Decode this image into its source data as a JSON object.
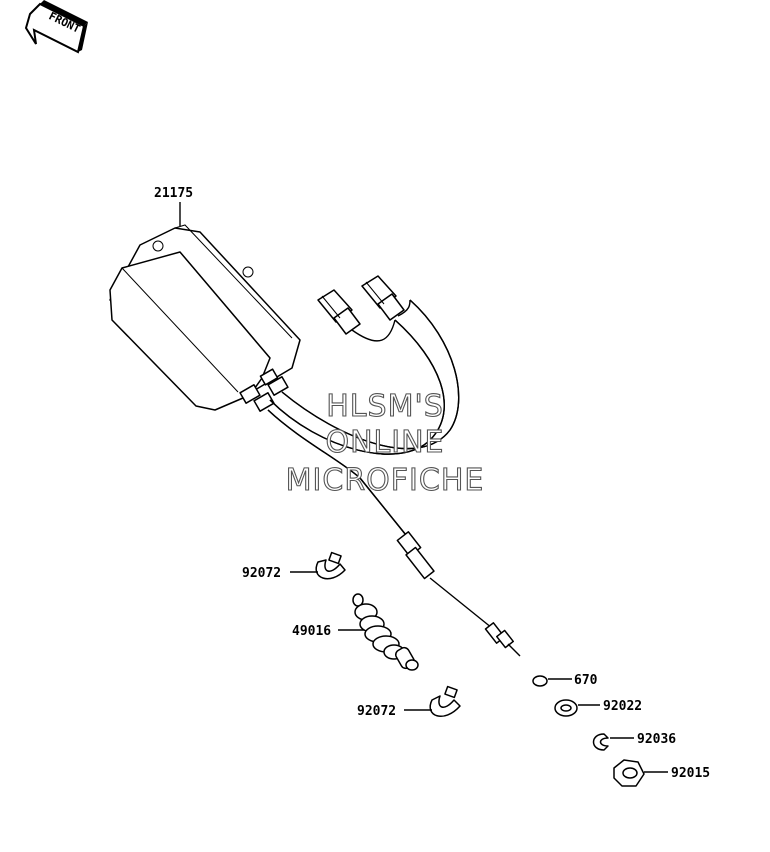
{
  "front_badge": {
    "text": "FRONT"
  },
  "watermark": {
    "lines": [
      "HLSM'S",
      "ONLINE",
      "MICROFICHE"
    ]
  },
  "parts": [
    {
      "id": "p-21175",
      "number": "21175"
    },
    {
      "id": "p-92072a",
      "number": "92072"
    },
    {
      "id": "p-49016",
      "number": "49016"
    },
    {
      "id": "p-92072b",
      "number": "92072"
    },
    {
      "id": "p-670",
      "number": "670"
    },
    {
      "id": "p-92022",
      "number": "92022"
    },
    {
      "id": "p-92036",
      "number": "92036"
    },
    {
      "id": "p-92015",
      "number": "92015"
    }
  ]
}
